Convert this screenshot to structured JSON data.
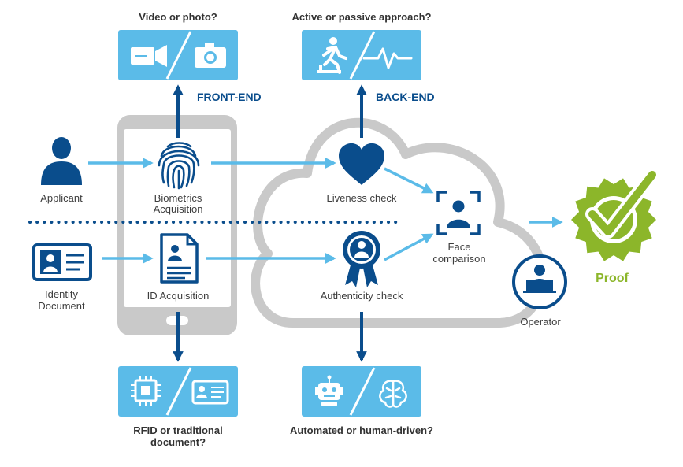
{
  "questions": {
    "capture": "Video or photo?",
    "liveness": "Active or passive approach?",
    "document": [
      "RFID or traditional",
      "document?"
    ],
    "review": "Automated or human-driven?"
  },
  "sections": {
    "front_end": "FRONT-END",
    "back_end": "BACK-END"
  },
  "actors": {
    "applicant": "Applicant",
    "identity_document": [
      "Identity",
      "Document"
    ],
    "operator": "Operator"
  },
  "steps": {
    "biometrics": [
      "Biometrics",
      "Acquisition"
    ],
    "id_acquisition": "ID Acquisition",
    "liveness": "Liveness check",
    "authenticity": "Authenticity check",
    "face_comparison": [
      "Face",
      "comparison"
    ]
  },
  "result": "Proof",
  "icons": {
    "video": "video-camera-icon",
    "photo": "photo-camera-icon",
    "active": "running-person-icon",
    "passive": "pulse-icon",
    "chip": "chip-icon",
    "id_card": "id-card-icon",
    "robot": "robot-icon",
    "brain": "brain-icon",
    "fingerprint": "fingerprint-icon",
    "document": "id-document-icon",
    "heart": "heart-icon",
    "badge": "authenticity-badge-icon",
    "face_scan": "face-scan-icon",
    "checkmark": "checkmark-seal-icon"
  },
  "colors": {
    "dark_blue": "#0a4d8c",
    "light_blue": "#5bbbe8",
    "grey": "#c9c9c9",
    "green": "#8cb62a"
  }
}
